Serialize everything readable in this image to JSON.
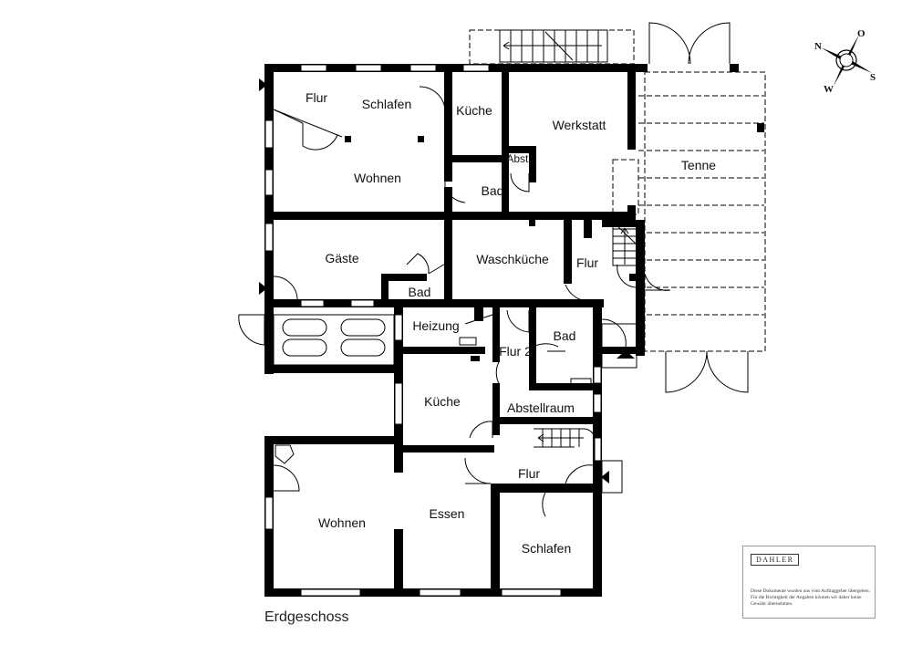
{
  "floor_label": "Erdgeschoss",
  "rooms": {
    "flur_nw": "Flur",
    "schlafen_upper": "Schlafen",
    "kueche_upper": "Küche",
    "werkstatt": "Werkstatt",
    "abst": "Abst.",
    "tenne": "Tenne",
    "wohnen_upper": "Wohnen",
    "bad_upper": "Bad",
    "gaeste": "Gäste",
    "waschkueche": "Waschküche",
    "flur_mid": "Flur",
    "bad_small": "Bad",
    "heizung": "Heizung",
    "flur2": "Flur 2",
    "bad_right": "Bad",
    "kueche_lower": "Küche",
    "abstellraum": "Abstellraum",
    "flur_lower": "Flur",
    "wohnen_lower": "Wohnen",
    "essen": "Essen",
    "schlafen_lower": "Schlafen"
  },
  "compass": {
    "n": "N",
    "o": "O",
    "s": "S",
    "w": "W"
  },
  "stamp": {
    "logo": "DAHLER",
    "text": "Diese Dokumente wurden uns vom Auftraggeber übergeben. Für die Richtigkeit der Angaben können wir daher keine Gewähr übernehmen."
  }
}
